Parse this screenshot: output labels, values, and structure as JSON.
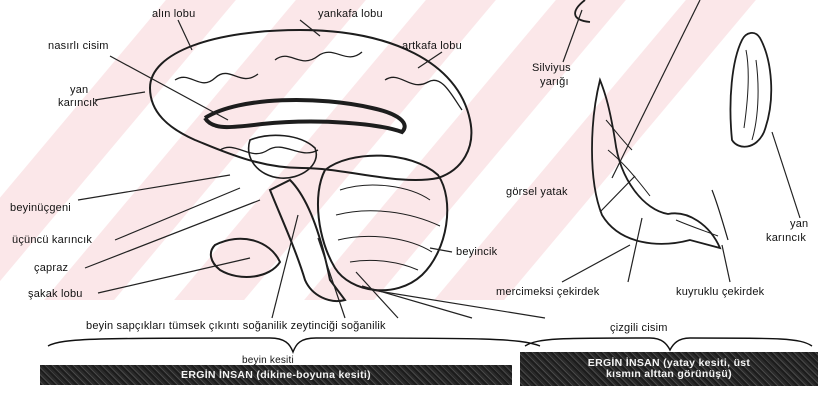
{
  "left_figure": {
    "labels": {
      "alin_lobu": "alın lobu",
      "yankafa_lobu": "yankafa lobu",
      "nasirli_cisim": "nasırlı cisim",
      "artkafa_lobu": "artkafa lobu",
      "yan_karincik_1": "yan",
      "yan_karincik_2": "karıncık",
      "beyinuggeni": "beyinüçgeni",
      "ucuncu_karincik": "üçüncü karıncık",
      "capraz": "çapraz",
      "sakak_lobu": "şakak lobu",
      "beyincik": "beyincik",
      "bottom_row": "beyin sapçıkları tümsek çıkıntı soğanilik zeytinciği soğanilik",
      "beyin_kesiti": "beyin kesiti"
    },
    "caption": "ERGİN İNSAN (dikine-boyuna kesiti)"
  },
  "right_figure": {
    "labels": {
      "silviyus_1": "Silviyus",
      "silviyus_2": "yarığı",
      "gorsel_yatak": "görsel yatak",
      "yan_karincik_1": "yan",
      "yan_karincik_2": "karıncık",
      "mercimeksi": "mercimeksi çekirdek",
      "kuyruklu": "kuyruklu çekirdek",
      "cizgili_cisim": "çizgili cisim"
    },
    "caption_line1": "ERGİN İNSAN (yatay kesiti, üst",
    "caption_line2": "kısmın alttan görünüşü)"
  }
}
